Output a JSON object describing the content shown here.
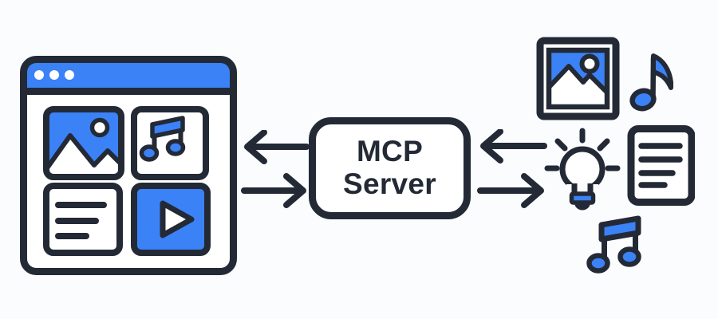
{
  "diagram": {
    "title": "MCP Server diagram",
    "server": {
      "line1": "MCP",
      "line2": "Server"
    },
    "client_window": {
      "type": "browser-window",
      "titlebar_dots": 3,
      "tiles": [
        "image",
        "music-note",
        "text-lines",
        "play-video"
      ]
    },
    "connections": {
      "client_to_server": [
        "arrow-left",
        "arrow-right"
      ],
      "server_to_resources": [
        "arrow-left",
        "arrow-right"
      ]
    },
    "resources": [
      "framed-image",
      "music-note",
      "lightbulb-idea",
      "document",
      "beamed-music-notes"
    ]
  },
  "colors": {
    "accent": "#3b82f6",
    "ink": "#232a36",
    "paper": "#ffffff",
    "bg": "#fbfcfd"
  }
}
